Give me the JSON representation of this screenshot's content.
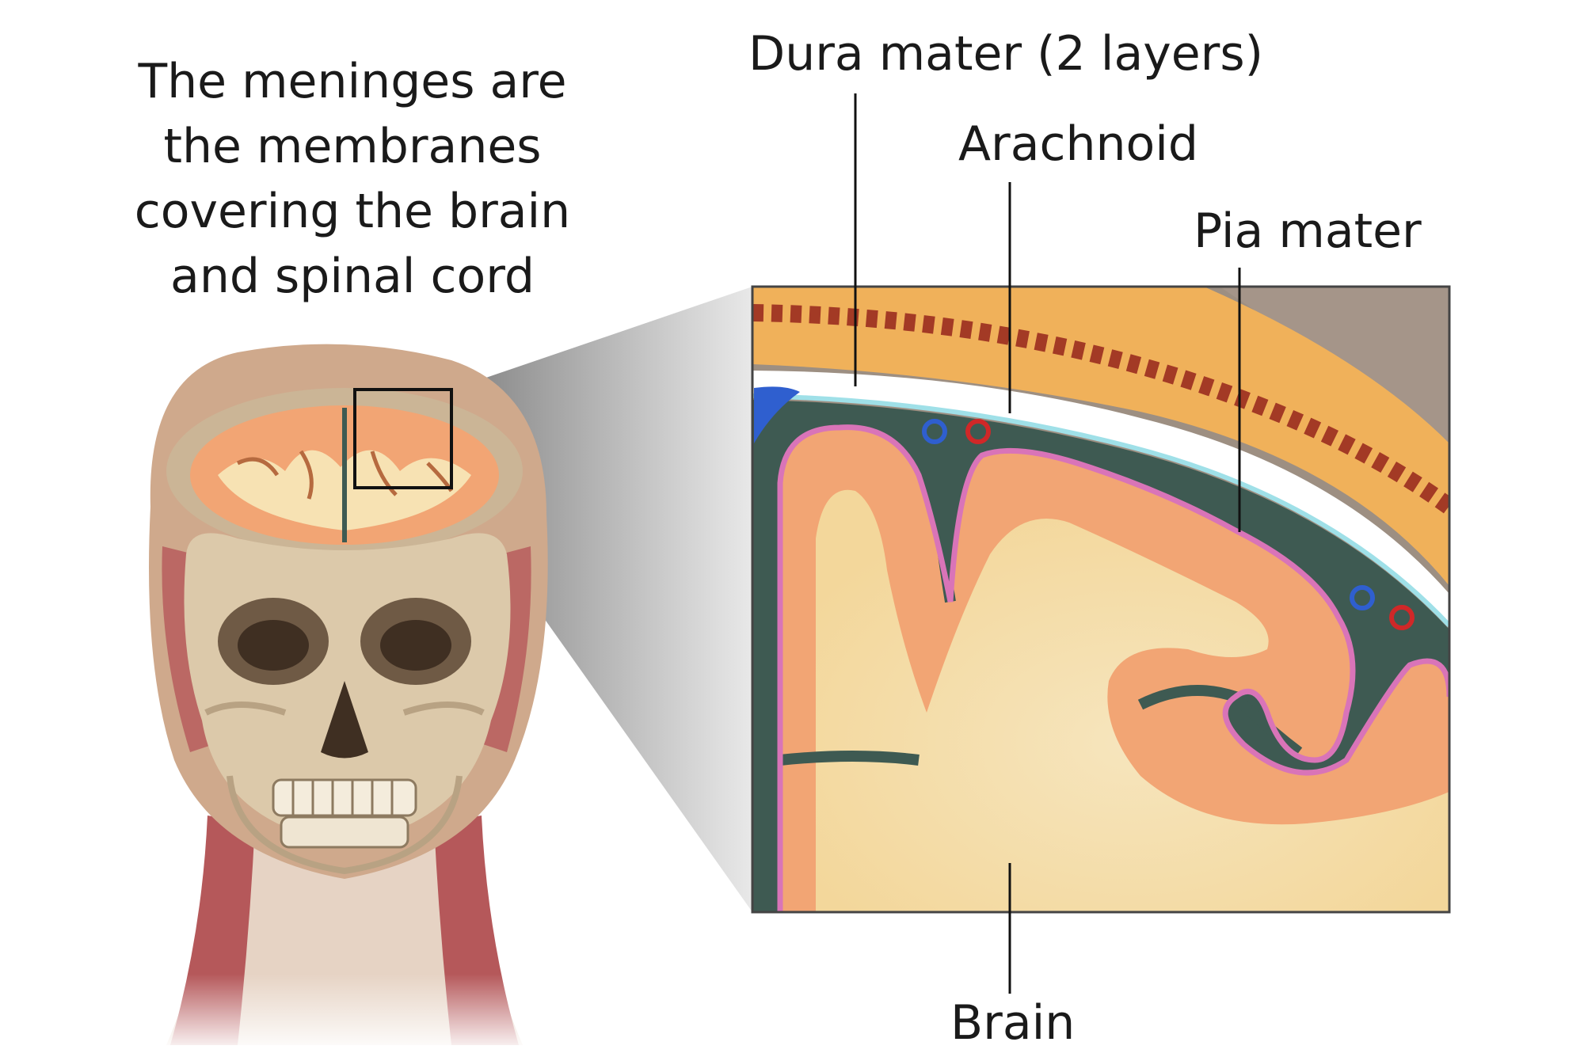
{
  "caption": {
    "lines": [
      "The meninges are",
      "the membranes",
      "covering the brain",
      "and spinal cord"
    ]
  },
  "labels": {
    "dura": "Dura mater (2 layers)",
    "arachnoid": "Arachnoid",
    "pia": "Pia mater",
    "brain": "Brain"
  },
  "colors": {
    "skull_bone": "#d9c6a8",
    "skin": "#cfa98c",
    "muscle": "#b5585a",
    "brain_cortex": "#f2a574",
    "brain_white": "#f7e2b3",
    "pia": "#d974b8",
    "arachnoid_space": "#3e5a52",
    "dura": "#ffffff",
    "skull_diploe": "#f0b15a",
    "vein": "#2f5fcf",
    "artery": "#d02828",
    "zoom_shade": "#9a9a9a"
  }
}
